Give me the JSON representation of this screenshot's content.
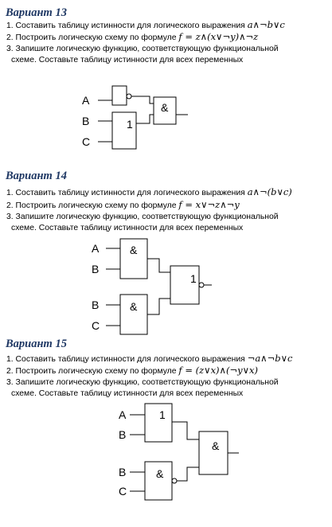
{
  "variants": [
    {
      "title": "Вариант 13",
      "task1_text": "1. Составить таблицу истинности для логического выражения",
      "task1_expr": "a∧¬b∨c",
      "task2_text": "2. Построить логическую  схему по формуле",
      "task2_expr": "f = z∧(x∨¬y)∧¬z",
      "task3_line1": "3. Запишите логическую функцию, соответствующую функциональной",
      "task3_line2": "схеме. Составьте таблицу истинности для всех переменных",
      "inputs": [
        "A",
        "B",
        "C"
      ],
      "gates": [
        "",
        "1",
        "&"
      ]
    },
    {
      "title": "Вариант 14",
      "task1_text": "1.  Составить таблицу истинности для логического выражения",
      "task1_expr": "a∧¬(b∨c)",
      "task2_text": "2. Построить логическую  схему по формуле",
      "task2_expr": "f = x∨¬z∧¬y",
      "task3_line1": "3. Запишите логическую функцию, соответствующую функциональной",
      "task3_line2": "схеме. Составьте таблицу истинности для всех переменных",
      "inputs": [
        "A",
        "B",
        "B",
        "C"
      ],
      "gates": [
        "&",
        "&",
        "1"
      ]
    },
    {
      "title": "Вариант 15",
      "task1_text": "1. Составить таблицу истинности для логического выражения",
      "task1_expr": "¬a∧¬b∨c",
      "task2_text": "2. Построить логическую  схему по формуле",
      "task2_expr": "f = (z∨x)∧(¬y∨x)",
      "task3_line1": "3. Запишите логическую функцию, соответствующую функциональной",
      "task3_line2": "схеме. Составьте таблицу истинности для всех переменных",
      "inputs": [
        "A",
        "B",
        "B",
        "C"
      ],
      "gates": [
        "1",
        "&",
        "&"
      ]
    }
  ]
}
